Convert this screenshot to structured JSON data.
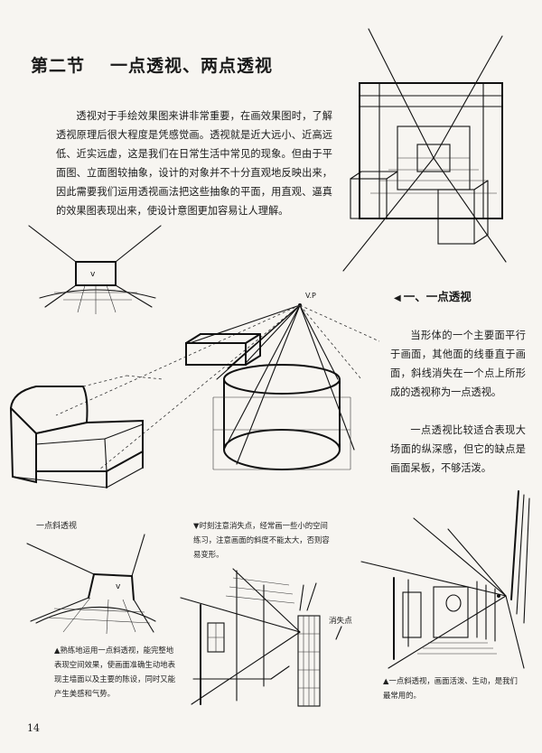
{
  "section": {
    "number": "第二节",
    "title": "一点透视、两点透视"
  },
  "intro": "透视对于手绘效果图来讲非常重要，在画效果图时，了解透视原理后很大程度是凭感觉画。透视就是近大远小、近高远低、近实远虚，这是我们在日常生活中常见的现象。但由于平面图、立面图较抽象，设计的对象并不十分直观地反映出来，因此需要我们运用透视画法把这些抽象的平面，用直观、逼真的效果图表现出来，使设计意图更加容易让人理解。",
  "one_point": {
    "marker": "◀",
    "heading": "一、一点透视",
    "paragraph1": "当形体的一个主要面平行于画面，其他面的线垂直于画面，斜线消失在一个点上所形成的透视称为一点透视。",
    "paragraph2": "一点透视比较适合表现大场面的纵深感，但它的缺点是画面呆板，不够活泼。"
  },
  "labels": {
    "vp": "V.P",
    "oblique": "一点斜透视",
    "vanishing_point": "消失点"
  },
  "captions": {
    "note": "▼时刻注意消失点，经常画一些小的空间练习，注意画面的斜度不能太大，否则容易变形。",
    "left": "▲熟练地运用一点斜透视，能完整地表现空间效果，使画面准确生动地表现主墙面以及主要的陈设，同时又能产生美感和气势。",
    "right": "▲一点斜透视，画面活泼、生动，是我们最常用的。"
  },
  "page_number": "14"
}
